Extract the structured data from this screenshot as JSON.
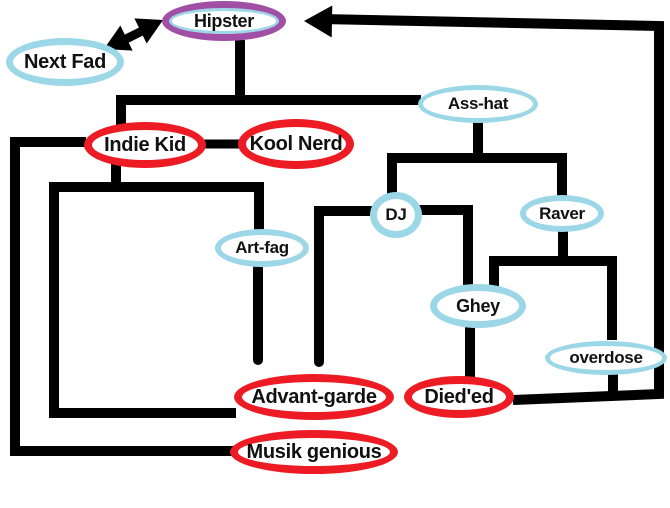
{
  "palette": {
    "line": "#000000",
    "red": "#ed1c24",
    "blue": "#9cd7e8",
    "purple": "#a14fa5",
    "background": "#ffffff",
    "text": "#111111"
  },
  "nodes": [
    {
      "id": "hipster",
      "label": "Hipster",
      "ring": "purple-blue"
    },
    {
      "id": "next-fad",
      "label": "Next Fad",
      "ring": "blue"
    },
    {
      "id": "indie-kid",
      "label": "Indie Kid",
      "ring": "red"
    },
    {
      "id": "kool-nerd",
      "label": "Kool Nerd",
      "ring": "red"
    },
    {
      "id": "ass-hat",
      "label": "Ass-hat",
      "ring": "blue"
    },
    {
      "id": "dj",
      "label": "DJ",
      "ring": "blue"
    },
    {
      "id": "raver",
      "label": "Raver",
      "ring": "blue"
    },
    {
      "id": "art-fag",
      "label": "Art-fag",
      "ring": "blue"
    },
    {
      "id": "ghey",
      "label": "Ghey",
      "ring": "blue"
    },
    {
      "id": "overdose",
      "label": "overdose",
      "ring": "blue"
    },
    {
      "id": "advant-garde",
      "label": "Advant-garde",
      "ring": "red"
    },
    {
      "id": "died-ed",
      "label": "Died'ed",
      "ring": "red"
    },
    {
      "id": "musik-genious",
      "label": "Musik genious",
      "ring": "red"
    }
  ],
  "edges": [
    {
      "from": "Hipster",
      "to": "Next Fad",
      "style": "double-headed-arrow"
    },
    {
      "from": "Hipster",
      "to": "Indie Kid",
      "style": "line"
    },
    {
      "from": "Hipster",
      "to": "Ass-hat",
      "style": "line"
    },
    {
      "from": "Indie Kid",
      "to": "Kool Nerd",
      "style": "line"
    },
    {
      "from": "Indie Kid",
      "to": "Art-fag",
      "style": "line"
    },
    {
      "from": "Indie Kid",
      "to": "Advant-garde",
      "style": "line"
    },
    {
      "from": "Indie Kid",
      "to": "Musik genious",
      "style": "line"
    },
    {
      "from": "Art-fag",
      "to": "Advant-garde",
      "style": "line-open-end"
    },
    {
      "from": "DJ",
      "to": "Advant-garde",
      "style": "line-open-end"
    },
    {
      "from": "Ass-hat",
      "to": "DJ",
      "style": "line"
    },
    {
      "from": "Ass-hat",
      "to": "Raver",
      "style": "line"
    },
    {
      "from": "DJ",
      "to": "Ghey",
      "style": "line"
    },
    {
      "from": "Raver",
      "to": "Ghey",
      "style": "line"
    },
    {
      "from": "Raver",
      "to": "overdose",
      "style": "line"
    },
    {
      "from": "Ghey",
      "to": "Died'ed",
      "style": "line"
    },
    {
      "from": "Died'ed",
      "to": "Hipster",
      "style": "arrow-loop"
    },
    {
      "from": "overdose",
      "to": "Hipster",
      "style": "arrow-loop"
    }
  ]
}
